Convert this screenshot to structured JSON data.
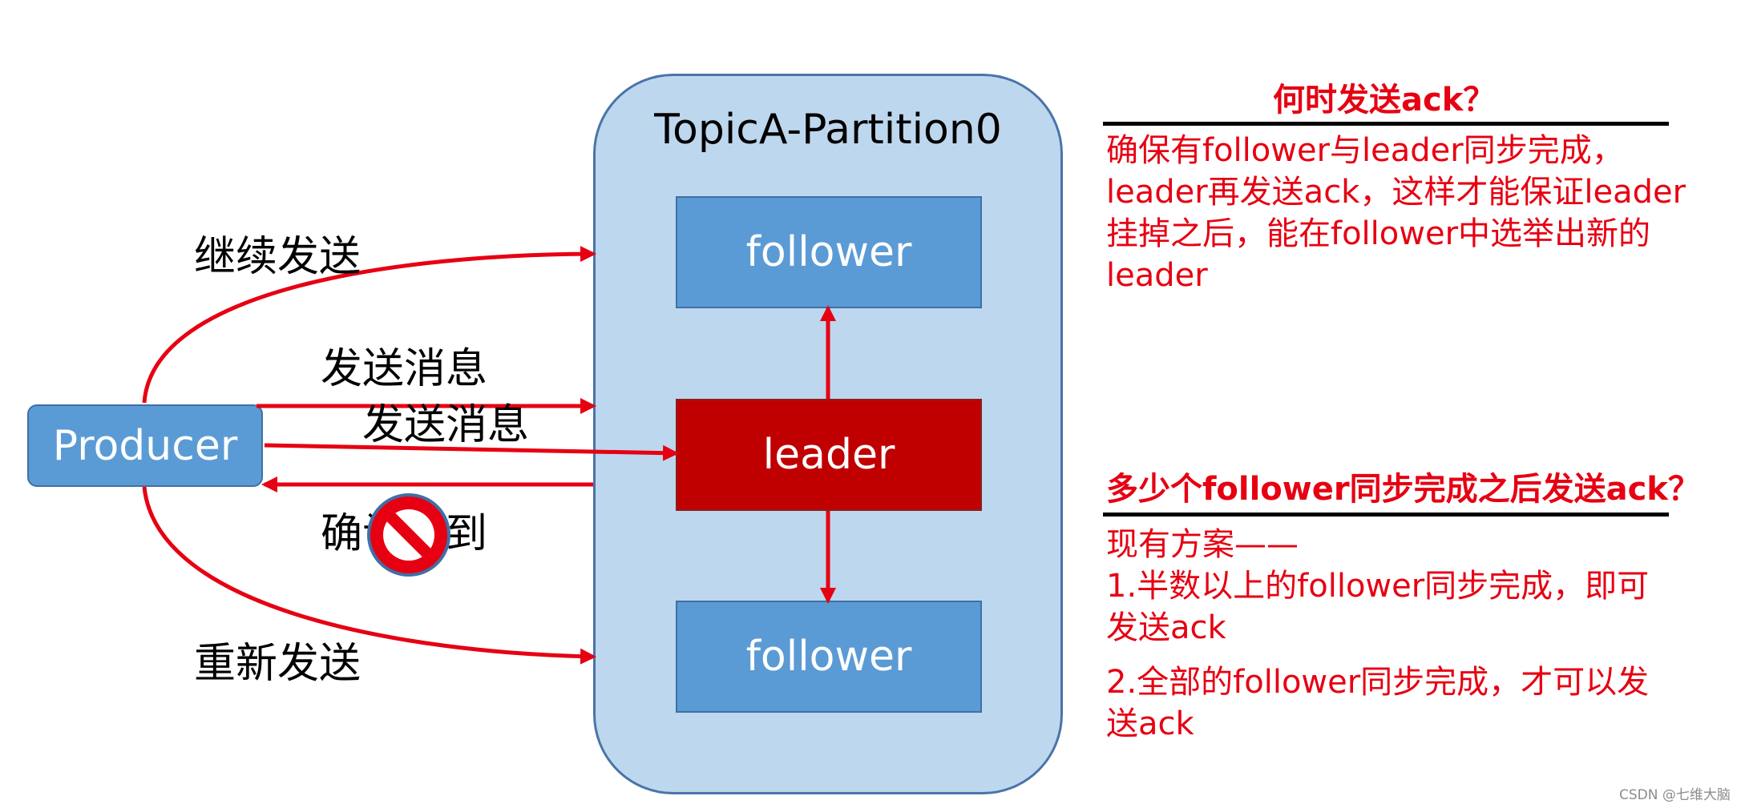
{
  "partition": {
    "title": "TopicA-Partition0"
  },
  "nodes": {
    "producer": "Producer",
    "follower_top": "follower",
    "leader": "leader",
    "follower_bottom": "follower"
  },
  "arrow_labels": {
    "continue_send": "继续发送",
    "send_msg_1": "发送消息",
    "send_msg_2": "发送消息",
    "confirm_received": "确认收到",
    "resend": "重新发送"
  },
  "notes": {
    "q1_title": "何时发送ack？",
    "q1_body": "确保有follower与leader同步完成，leader再发送ack，这样才能保证leader挂掉之后，能在follower中选举出新的leader",
    "q2_title": "多少个follower同步完成之后发送ack？",
    "q2_line1": "现有方案——",
    "q2_line2": "1.半数以上的follower同步完成，即可发送ack",
    "q2_line3": "2.全部的follower同步完成，才可以发送ack"
  },
  "watermark": "CSDN @七维大脑",
  "colors": {
    "accent_red": "#e60012",
    "leader_red": "#c00000",
    "follower_blue": "#5b9bd5",
    "partition_bg": "#bdd7ee"
  },
  "icons": [
    "prohibited-icon"
  ]
}
